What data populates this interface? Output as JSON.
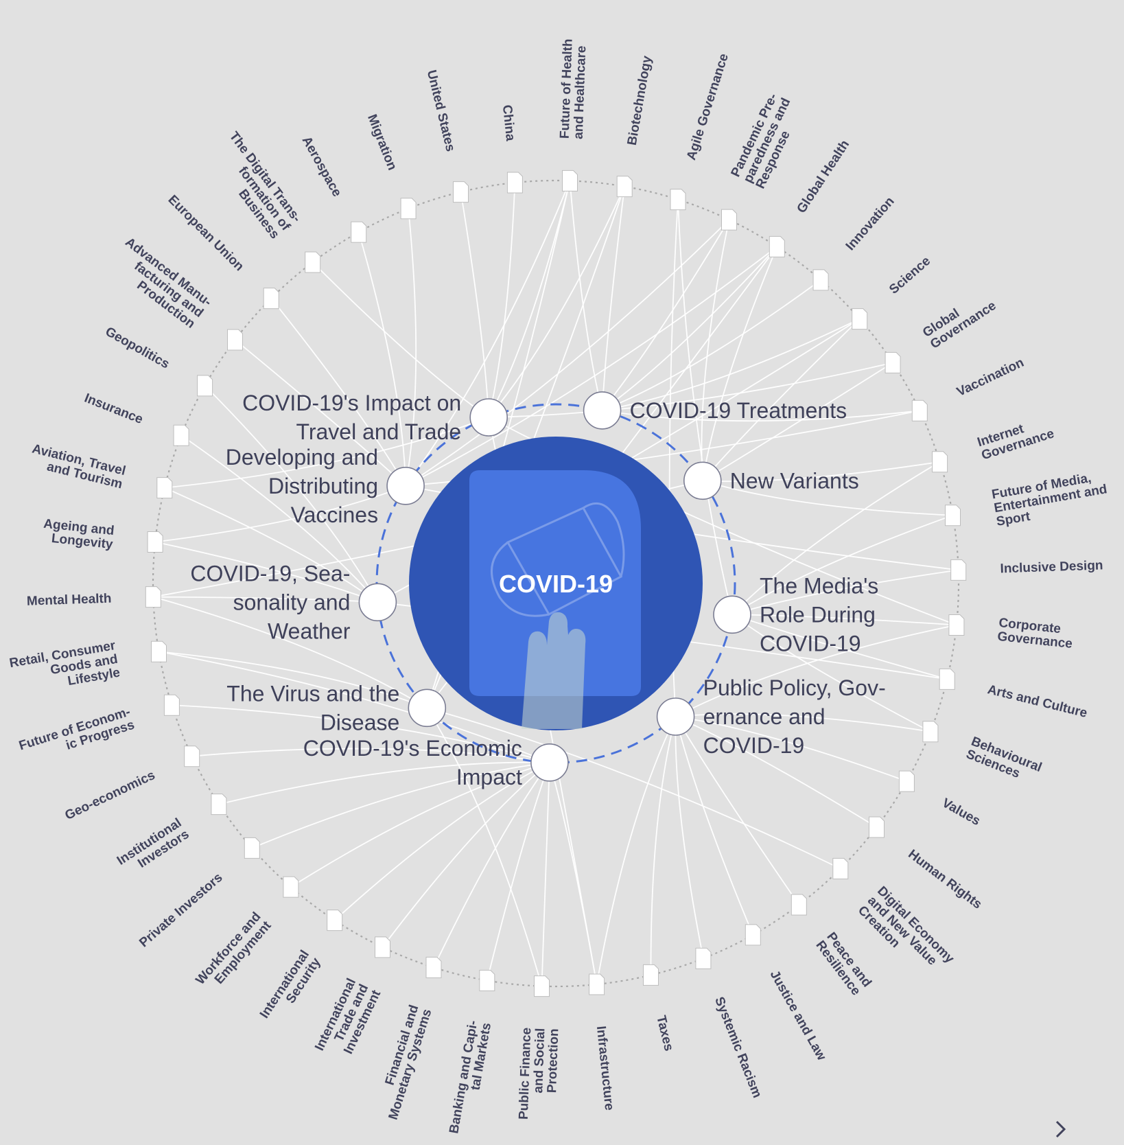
{
  "center": {
    "title": "COVID-19"
  },
  "colors": {
    "background": "#e1e1e1",
    "link": "#ffffff",
    "ring_outer": "#a8a8a8",
    "ring_inner": "#4a72d9",
    "center_fill": "#2f55b4",
    "card_fill": "#4a78e4",
    "text": "#41435c"
  },
  "icons": {
    "next": "chevron-right-icon",
    "node": "page-node-icon"
  },
  "key_issues": [
    {
      "lines": [
        "COVID-19's Impact on",
        "Travel and Trade"
      ]
    },
    {
      "lines": [
        "COVID-19 Treatments"
      ]
    },
    {
      "lines": [
        "New Variants"
      ]
    },
    {
      "lines": [
        "The Media's",
        "Role During",
        "COVID-19"
      ]
    },
    {
      "lines": [
        "Public Policy, Gov-",
        "ernance and",
        "COVID-19"
      ]
    },
    {
      "lines": [
        "COVID-19's Economic",
        "Impact"
      ]
    },
    {
      "lines": [
        "The Virus and the",
        "Disease"
      ]
    },
    {
      "lines": [
        "COVID-19, Sea-",
        "sonality and",
        "Weather"
      ]
    },
    {
      "lines": [
        "Developing and",
        "Distributing",
        "Vaccines"
      ]
    }
  ],
  "topics": [
    {
      "lines": [
        "Future of Health",
        "and Healthcare"
      ]
    },
    {
      "lines": [
        "Biotechnology"
      ]
    },
    {
      "lines": [
        "Agile Governance"
      ]
    },
    {
      "lines": [
        "Pandemic Pre-",
        "paredness and",
        "Response"
      ]
    },
    {
      "lines": [
        "Global Health"
      ]
    },
    {
      "lines": [
        "Innovation"
      ]
    },
    {
      "lines": [
        "Science"
      ]
    },
    {
      "lines": [
        "Global",
        "Governance"
      ]
    },
    {
      "lines": [
        "Vaccination"
      ]
    },
    {
      "lines": [
        "Internet",
        "Governance"
      ]
    },
    {
      "lines": [
        "Future of Media,",
        "Entertainment and",
        "Sport"
      ]
    },
    {
      "lines": [
        "Inclusive Design"
      ]
    },
    {
      "lines": [
        "Corporate",
        "Governance"
      ]
    },
    {
      "lines": [
        "Arts and Culture"
      ]
    },
    {
      "lines": [
        "Behavioural",
        "Sciences"
      ]
    },
    {
      "lines": [
        "Values"
      ]
    },
    {
      "lines": [
        "Human Rights"
      ]
    },
    {
      "lines": [
        "Digital Economy",
        "and New Value",
        "Creation"
      ]
    },
    {
      "lines": [
        "Peace and",
        "Resilience"
      ]
    },
    {
      "lines": [
        "Justice and Law"
      ]
    },
    {
      "lines": [
        "Systemic Racism"
      ]
    },
    {
      "lines": [
        "Taxes"
      ]
    },
    {
      "lines": [
        "Infrastructure"
      ]
    },
    {
      "lines": [
        "Public Finance",
        "and Social",
        "Protection"
      ]
    },
    {
      "lines": [
        "Banking and Capi-",
        "tal Markets"
      ]
    },
    {
      "lines": [
        "Financial and",
        "Monetary Systems"
      ]
    },
    {
      "lines": [
        "International",
        "Trade and",
        "Investment"
      ]
    },
    {
      "lines": [
        "International",
        "Security"
      ]
    },
    {
      "lines": [
        "Workforce and",
        "Employment"
      ]
    },
    {
      "lines": [
        "Private Investors"
      ]
    },
    {
      "lines": [
        "Institutional",
        "Investors"
      ]
    },
    {
      "lines": [
        "Geo-economics"
      ]
    },
    {
      "lines": [
        "Future of Econom-",
        "ic Progress"
      ]
    },
    {
      "lines": [
        "Retail, Consumer",
        "Goods and",
        "Lifestyle"
      ]
    },
    {
      "lines": [
        "Mental Health"
      ]
    },
    {
      "lines": [
        "Ageing and",
        "Longevity"
      ]
    },
    {
      "lines": [
        "Aviation, Travel",
        "and Tourism"
      ]
    },
    {
      "lines": [
        "Insurance"
      ]
    },
    {
      "lines": [
        "Geopolitics"
      ]
    },
    {
      "lines": [
        "Advanced Manu-",
        "facturing and",
        "Production"
      ]
    },
    {
      "lines": [
        "European Union"
      ]
    },
    {
      "lines": [
        "The Digital Trans-",
        "formation of",
        "Business"
      ]
    },
    {
      "lines": [
        "Aerospace"
      ]
    },
    {
      "lines": [
        "Migration"
      ]
    },
    {
      "lines": [
        "United States"
      ]
    },
    {
      "lines": [
        "China"
      ]
    }
  ],
  "links": [
    [
      0,
      0
    ],
    [
      0,
      1
    ],
    [
      0,
      7
    ],
    [
      0,
      12
    ],
    [
      0,
      22
    ],
    [
      0,
      36
    ],
    [
      0,
      44
    ],
    [
      0,
      45
    ],
    [
      0,
      41
    ],
    [
      1,
      1
    ],
    [
      1,
      0
    ],
    [
      1,
      3
    ],
    [
      1,
      4
    ],
    [
      1,
      5
    ],
    [
      1,
      6
    ],
    [
      1,
      8
    ],
    [
      2,
      3
    ],
    [
      2,
      4
    ],
    [
      2,
      6
    ],
    [
      2,
      7
    ],
    [
      2,
      9
    ],
    [
      2,
      10
    ],
    [
      2,
      34
    ],
    [
      3,
      10
    ],
    [
      3,
      9
    ],
    [
      3,
      11
    ],
    [
      3,
      12
    ],
    [
      3,
      13
    ],
    [
      3,
      14
    ],
    [
      3,
      2
    ],
    [
      4,
      2
    ],
    [
      4,
      12
    ],
    [
      4,
      14
    ],
    [
      4,
      15
    ],
    [
      4,
      16
    ],
    [
      4,
      18
    ],
    [
      4,
      19
    ],
    [
      4,
      20
    ],
    [
      4,
      21
    ],
    [
      4,
      22
    ],
    [
      5,
      22
    ],
    [
      5,
      23
    ],
    [
      5,
      24
    ],
    [
      5,
      25
    ],
    [
      5,
      26
    ],
    [
      5,
      27
    ],
    [
      5,
      28
    ],
    [
      5,
      29
    ],
    [
      5,
      30
    ],
    [
      5,
      31
    ],
    [
      5,
      32
    ],
    [
      5,
      33
    ],
    [
      6,
      0
    ],
    [
      6,
      1
    ],
    [
      6,
      4
    ],
    [
      6,
      34
    ],
    [
      6,
      23
    ],
    [
      6,
      33
    ],
    [
      6,
      17
    ],
    [
      7,
      34
    ],
    [
      7,
      35
    ],
    [
      7,
      36
    ],
    [
      7,
      37
    ],
    [
      7,
      38
    ],
    [
      7,
      6
    ],
    [
      7,
      13
    ],
    [
      8,
      0
    ],
    [
      8,
      8
    ],
    [
      8,
      4
    ],
    [
      8,
      35
    ],
    [
      8,
      39
    ],
    [
      8,
      40
    ],
    [
      8,
      42
    ],
    [
      8,
      43
    ],
    [
      8,
      3
    ],
    [
      8,
      11
    ]
  ]
}
